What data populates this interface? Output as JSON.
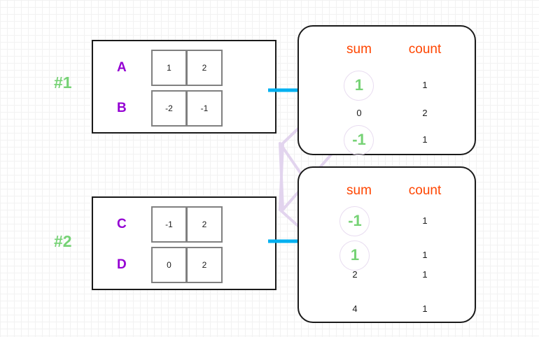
{
  "diagram": {
    "title": "Partition sum/count aggregation diagram",
    "colors": {
      "group_label": "#76d275",
      "key_label": "#9400d3",
      "header": "#ff4500",
      "highlight": "#76d275",
      "arrow": "#00b0f0",
      "link": "#e0d2ec",
      "box_border": "#1a1a1a",
      "cell_border": "#808080"
    }
  },
  "partitions": [
    {
      "label": "#1",
      "rows": [
        {
          "key": "A",
          "values": [
            "1",
            "2"
          ]
        },
        {
          "key": "B",
          "values": [
            "-2",
            "-1"
          ]
        }
      ]
    },
    {
      "label": "#2",
      "rows": [
        {
          "key": "C",
          "values": [
            "-1",
            "2"
          ]
        },
        {
          "key": "D",
          "values": [
            "0",
            "2"
          ]
        }
      ]
    }
  ],
  "aggregates": [
    {
      "name": "aggregate-table-1",
      "headers": {
        "sum": "sum",
        "count": "count"
      },
      "rows": [
        {
          "sum": "1",
          "count": "1",
          "highlighted": true
        },
        {
          "sum": "0",
          "count": "2",
          "highlighted": false
        },
        {
          "sum": "-1",
          "count": "1",
          "highlighted": true
        }
      ]
    },
    {
      "name": "aggregate-table-2",
      "headers": {
        "sum": "sum",
        "count": "count"
      },
      "rows": [
        {
          "sum": "-1",
          "count": "1",
          "highlighted": true
        },
        {
          "sum": "1",
          "count": "1",
          "highlighted": true
        },
        {
          "sum": "2",
          "count": "1",
          "highlighted": false
        },
        {
          "sum": "4",
          "count": "1",
          "highlighted": false
        }
      ]
    }
  ],
  "arrows": [
    {
      "name": "partition-1-to-aggregate-1",
      "label": ""
    },
    {
      "name": "partition-2-to-aggregate-2",
      "label": ""
    }
  ],
  "links": [
    {
      "name": "link-sum-1-to-sum-1",
      "from": "agg1-sum-1",
      "to": "agg2-sum-1"
    },
    {
      "name": "link-sum-neg1-to-sum-neg1",
      "from": "agg1-sum--1",
      "to": "agg2-sum--1"
    }
  ]
}
